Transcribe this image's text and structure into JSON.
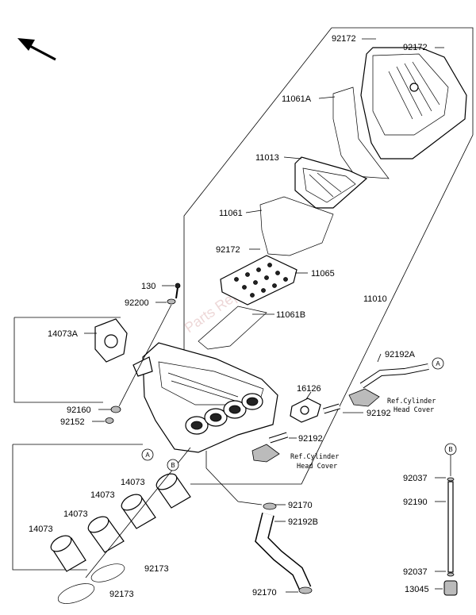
{
  "parts": {
    "p92172_a": "92172",
    "p92172_b": "92172",
    "p11061A": "11061A",
    "p11013": "11013",
    "p11061": "11061",
    "p92172_c": "92172",
    "p11065": "11065",
    "p130": "130",
    "p92200": "92200",
    "p11061B": "11061B",
    "p11010": "11010",
    "p14073A": "14073A",
    "p92192A": "92192A",
    "p16126": "16126",
    "p92192_a": "92192",
    "p92192_b": "92192",
    "p92160": "92160",
    "p92152": "92152",
    "p14073_a": "14073",
    "p14073_b": "14073",
    "p14073_c": "14073",
    "p14073_d": "14073",
    "p92170_a": "92170",
    "p92192B": "92192B",
    "p92173_a": "92173",
    "p92173_b": "92173",
    "p92170_b": "92170",
    "p92037_a": "92037",
    "p92190": "92190",
    "p92037_b": "92037",
    "p13045": "13045"
  },
  "refs": {
    "ref1_line1": "Ref.Cylinder",
    "ref1_line2": "Head Cover",
    "ref2_line1": "Ref.Cylinder",
    "ref2_line2": "Head Cover"
  },
  "markers": {
    "A": "A",
    "B": "B"
  },
  "watermark": "Parts Republik",
  "icons": {
    "direction": "front-direction-arrow-icon"
  }
}
